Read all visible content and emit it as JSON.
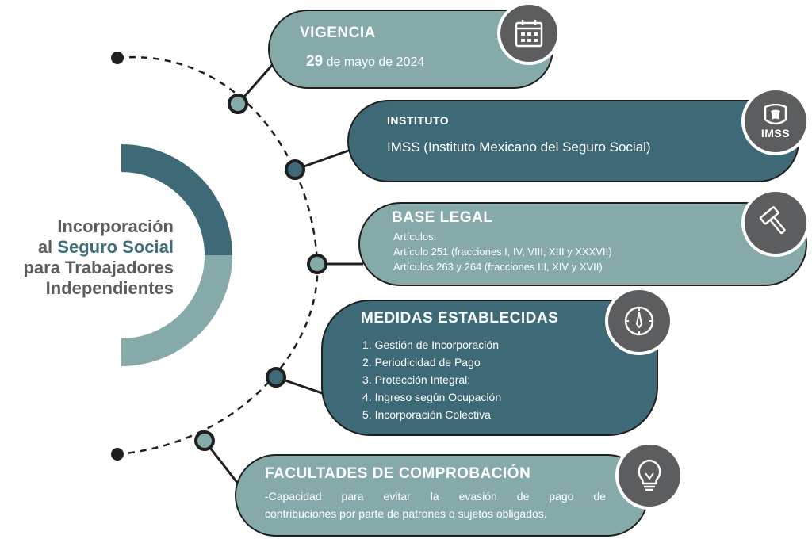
{
  "colors": {
    "light_teal": "#86aaaa",
    "dark_teal": "#3e6977",
    "gray": "#5b5d5e",
    "line": "#1f1f1f"
  },
  "main_title": {
    "line1": "Incorporación",
    "line2_prefix": "al ",
    "line2_highlight": "Seguro Social",
    "line3": "para Trabajadores",
    "line4": "Independientes"
  },
  "cards": {
    "vigencia": {
      "title": "VIGENCIA",
      "day": "29",
      "date_rest": "de mayo de 2024",
      "icon": "calendar-icon"
    },
    "instituto": {
      "title": "INSTITUTO",
      "text": "IMSS (Instituto Mexicano del Seguro Social)",
      "icon_text": "IMSS",
      "icon": "imss-logo-icon"
    },
    "base_legal": {
      "title": "BASE LEGAL",
      "lines": [
        "Artículos:",
        "Artículo 251 (fracciones I, IV, VIII, XIII y XXXVII)",
        "Artículos 263 y 264 (fracciones III, XIV y XVII)"
      ],
      "icon": "gavel-icon"
    },
    "medidas": {
      "title": "MEDIDAS ESTABLECIDAS",
      "items": [
        "1. Gestión de Incorporación",
        "2. Periodicidad de Pago",
        "3. Protección Integral:",
        "4. Ingreso según Ocupación",
        "5. Incorporación Colectiva"
      ],
      "icon": "compass-icon"
    },
    "facultades": {
      "title": "FACULTADES DE COMPROBACIÓN",
      "line1": "-Capacidad para evitar la evasión de pago de",
      "line2": "contribuciones por parte de patrones o sujetos obligados.",
      "icon": "lightbulb-icon"
    }
  }
}
